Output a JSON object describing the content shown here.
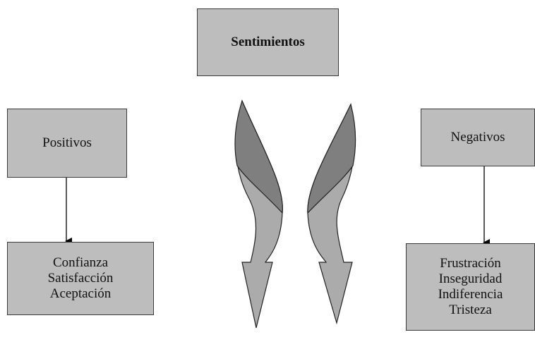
{
  "diagram": {
    "root": {
      "label": "Sentimientos"
    },
    "positive": {
      "label": "Positivos",
      "items": [
        "Confianza",
        "Satisfacción",
        "Aceptación"
      ]
    },
    "negative": {
      "label": "Negativos",
      "items": [
        "Frustración",
        "Inseguridad",
        "Indiferencia",
        "Tristeza"
      ]
    }
  }
}
